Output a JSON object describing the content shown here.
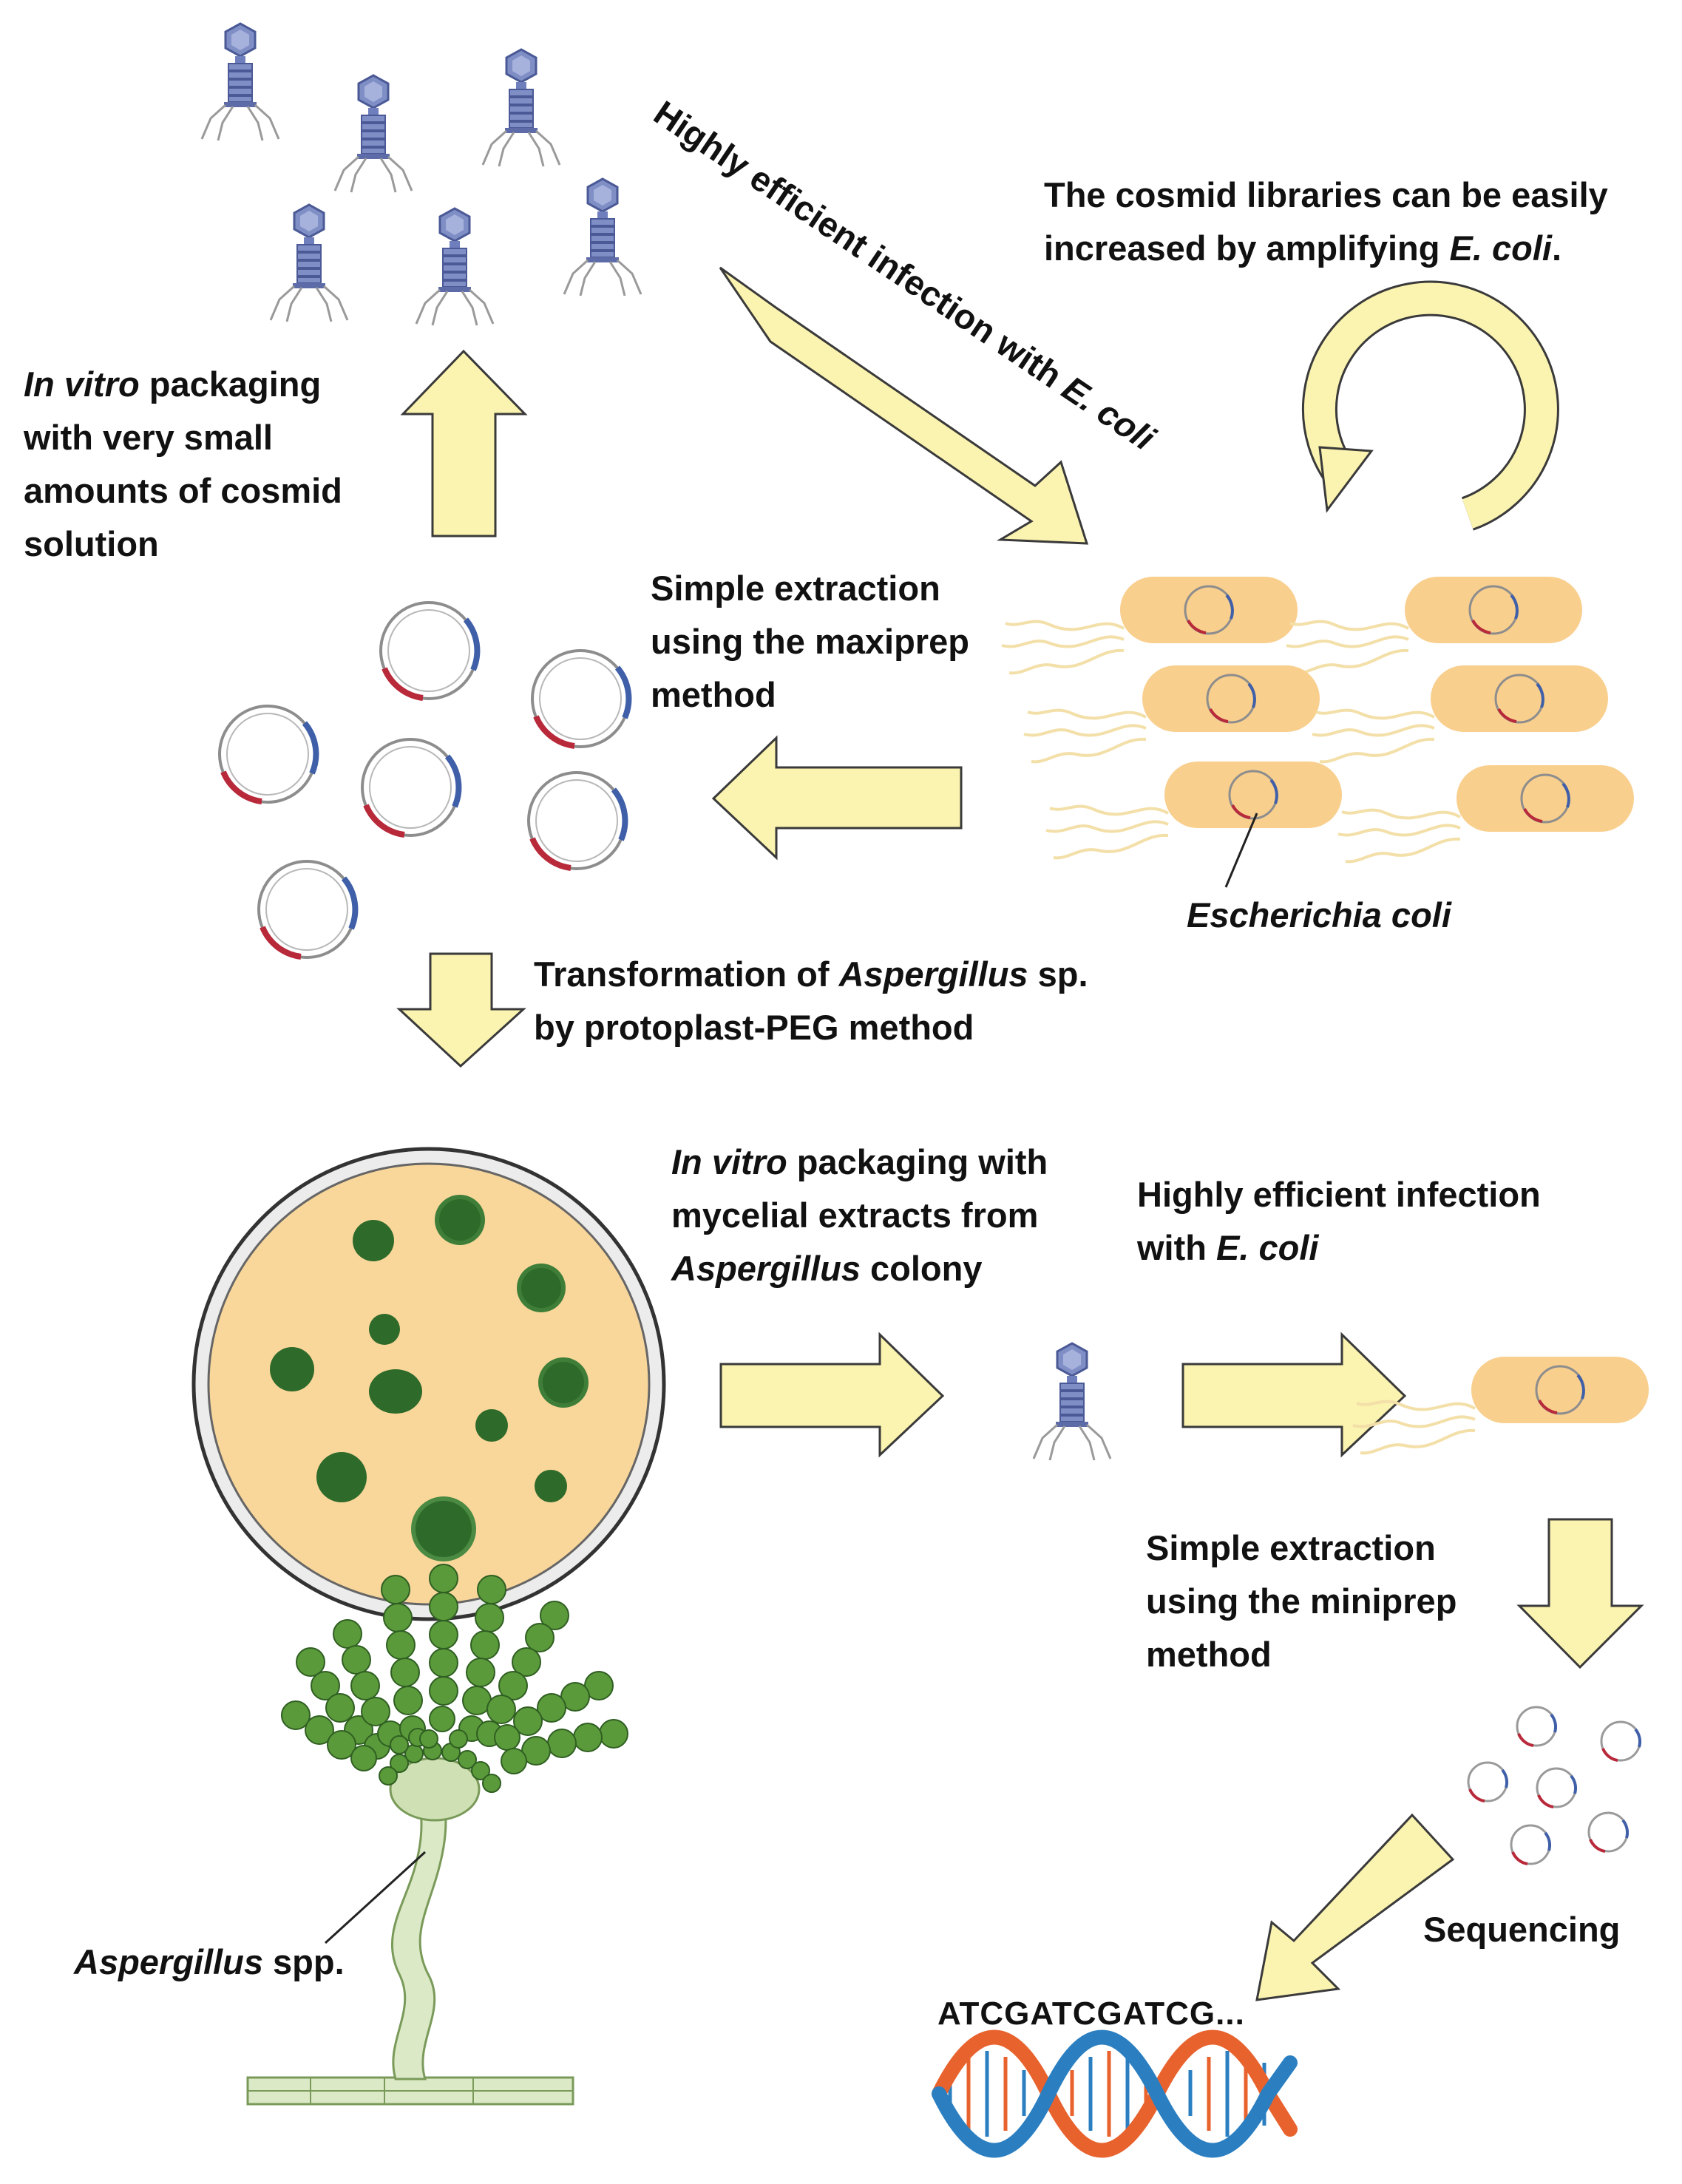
{
  "labels": {
    "in_vitro_top_italic": "In vitro",
    "in_vitro_top_rest": " packaging",
    "in_vitro_top_l2": "with very small",
    "in_vitro_top_l3": "amounts of cosmid",
    "in_vitro_top_l4": "solution",
    "infection_diag": "Highly efficient infection with ",
    "infection_diag_italic": "E. coli",
    "cosmid_lib_l1": "The cosmid libraries can be easily",
    "cosmid_lib_l2_plain": "increased by amplifying ",
    "cosmid_lib_l2_italic": "E. coli",
    "cosmid_lib_l2_end": ".",
    "maxiprep_l1": "Simple extraction",
    "maxiprep_l2": "using the maxiprep",
    "maxiprep_l3": "method",
    "ecoli_name": "Escherichia coli",
    "transform_l1_plain": "Transformation of ",
    "transform_l1_italic": "Aspergillus",
    "transform_l1_end": " sp.",
    "transform_l2": "by protoplast-PEG method",
    "mycelial_l1_italic": "In vitro",
    "mycelial_l1_rest": " packaging with",
    "mycelial_l2": "mycelial extracts from",
    "mycelial_l3_italic": "Aspergillus",
    "mycelial_l3_rest": " colony",
    "infection2_l1": "Highly efficient infection",
    "infection2_l2_plain": "with ",
    "infection2_l2_italic": "E. coli",
    "miniprep_l1": "Simple extraction",
    "miniprep_l2": "using the miniprep",
    "miniprep_l3": "method",
    "sequencing": "Sequencing",
    "aspergillus_italic": "Aspergillus",
    "aspergillus_rest": " spp.",
    "dna_sequence": "ATCGATCGATCG..."
  },
  "colors": {
    "arrow_fill": "#fbf3b0",
    "arrow_stroke": "#3a3a3a",
    "phage": "#7f8fc6",
    "bacterium": "#f9cf8e",
    "plate": "#f9d79b",
    "colony": "#2e6a2a",
    "conidia": "#5b9a3a",
    "plasmid_red": "#b8293a",
    "plasmid_blue": "#3f5fa8",
    "dna_orange": "#e8622d",
    "dna_blue": "#2b7fc1"
  },
  "icons": [
    "bacteriophage-icon",
    "plasmid-icon",
    "bacterium-icon",
    "petri-dish-icon",
    "conidiophore-icon",
    "dna-helix-icon",
    "cycle-arrow-icon"
  ]
}
